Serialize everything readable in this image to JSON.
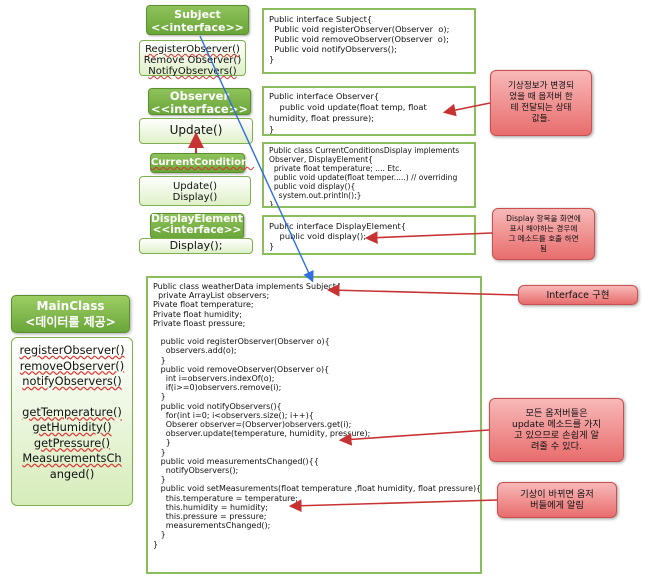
{
  "colors": {
    "uml_header": "#6aa63a",
    "code_border": "#8cbd5c",
    "note_fill": "#e86d6d",
    "arrow_red": "#c83232",
    "arrow_blue": "#2f6fe0"
  },
  "subject": {
    "title": "Subject",
    "stereotype": "<<interface>>",
    "methods": [
      "RegisterObserver()",
      "Remove Observer()",
      "NotifyObservers()"
    ]
  },
  "observer": {
    "title": "Observer",
    "stereotype": "<<interface>>",
    "methods": [
      "Update()"
    ]
  },
  "current_conditions": {
    "title": "CurrentConditions",
    "methods": [
      "Update()",
      "Display()"
    ]
  },
  "display_element": {
    "title": "DisplayElement",
    "stereotype": "<<interface>>",
    "methods": [
      "Display();"
    ]
  },
  "main_class": {
    "title": "MainClass",
    "subtitle": "<데이터를 제공>",
    "methods": [
      "registerObserver()",
      "removeObserver()",
      "notifyObservers()",
      "",
      "getTemperature()",
      "getHumidity()",
      "getPressure()",
      "MeasurementsCh",
      "anged()"
    ]
  },
  "code": {
    "subject_interface": "Public interface Subject{\n  Public void registerObserver(Observer  o);\n  Public void removeObserver(Observer  o);\n  Public void notifyObservers();\n}",
    "observer_interface": "Public interface Observer{\n    public void update(float temp, float\nhumidity, float pressure);\n}",
    "current_conditions": "Public class CurrentConditionsDisplay implements\nObserver, DisplayElement{\n  private float temperature; .... Etc.\n  public void update(float temper.....) // overriding\n  public void display(){\n    system.out.println();}\n}",
    "display_interface": "Public interface DisplayElement{\n    public void display();\n}",
    "weather_data": "Public class weatherData implements Subject{\n  private ArrayList observers;\nPivate float temperature;\nPrivate float humidity;\nPrivate floast pressure;\n\n   public void registerObserver(Observer o){\n     observers.add(o);\n   }\n   public void removeObserver(Observer o){\n     int i=observers.indexOf(o);\n     if(i>=0)observers.remove(i);\n   }\n   public void notifyObservers(){\n     for(int i=0; i<observers.size(); i++){\n     Obserer observer=(Observer)observers.get(i);\n     observer.update(temperature, humidity, pressure);\n     }\n   }\n   public void measurementsChanged(){{\n     notifyObservers();\n   }\n   public void setMeasurements(float temperature ,float humidity, float pressure){\n     this.temperature = temperature;\n     this.humidity = humidity;\n     this.pressure = pressure;\n     measurementsChanged();\n   }\n}"
  },
  "notes": {
    "weather_change": "기상정보가 변경되\n었을 때 옵저버 한\n테 전달되는 상태\n값들.",
    "display_note": "Display 항목을 화면에\n표시 해야하는 경우에\n그 메소드를 호출 하면\n됨",
    "interface_impl": "Interface 구현",
    "all_observers": "모든 옵저버들은\nupdate 메소드를 가지\n고 있으므로 손쉽게 알\n려줄 수 있다.",
    "notify_note": "기상이 바뀌면 옵저\n버들에게 알림"
  }
}
